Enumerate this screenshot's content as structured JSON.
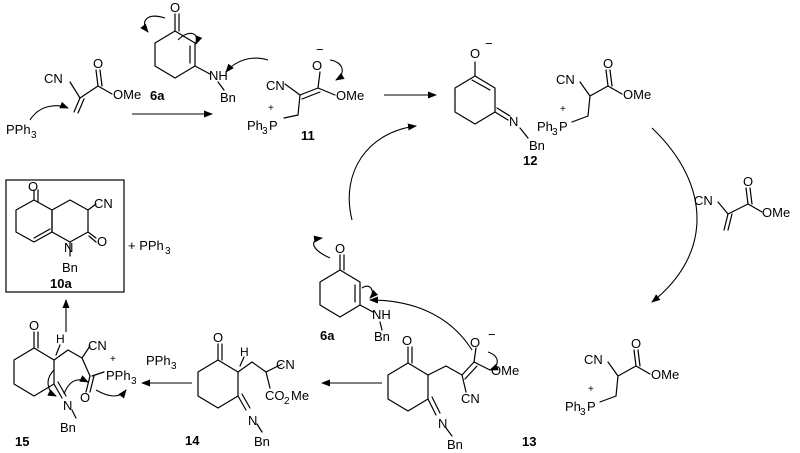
{
  "compounds": {
    "c6a_top": "6a",
    "c11": "11",
    "c12": "12",
    "c13": "13",
    "c14": "14",
    "c15": "15",
    "c6a_mid": "6a",
    "c10a": "10a"
  },
  "atoms": {
    "O": "O",
    "N": "N",
    "NH": "NH",
    "CN": "CN",
    "OMe": "OMe",
    "Bn": "Bn",
    "P": "P",
    "Ph3": "Ph",
    "sub3": "3",
    "PPh3": "PPh",
    "plus": "+",
    "minus": "−",
    "O_minus": "O",
    "CO2Me": "CO",
    "sub2": "2",
    "Me": "Me",
    "H": "H"
  },
  "reagents": {
    "plus_PPh3": "+ PPh",
    "sub3": "3"
  },
  "colors": {
    "ink": "#000000",
    "background": "#ffffff"
  }
}
